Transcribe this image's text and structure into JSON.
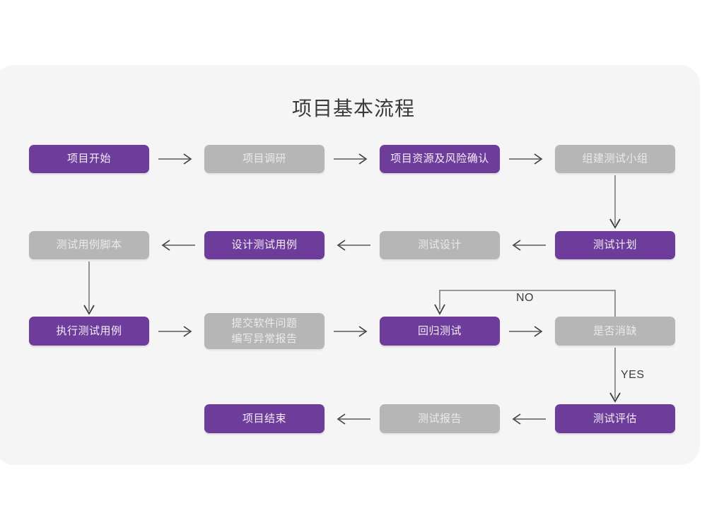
{
  "page": {
    "title": "项目基本流程",
    "background": "#ffffff",
    "panel_color": "#f5f5f5"
  },
  "colors": {
    "purple": "#6e3d9b",
    "gray": "#b6b6b6",
    "purple_text": "#f2edf7",
    "gray_text": "#eaeaea",
    "arrow": "#5a5a5a",
    "title_text": "#3a3a3a"
  },
  "nodes": [
    {
      "id": "n1",
      "label": "项目开始",
      "style": "purple",
      "row": 1
    },
    {
      "id": "n2",
      "label": "项目调研",
      "style": "gray",
      "row": 1
    },
    {
      "id": "n3",
      "label": "项目资源及风险确认",
      "style": "purple",
      "row": 1
    },
    {
      "id": "n4",
      "label": "组建测试小组",
      "style": "gray",
      "row": 1
    },
    {
      "id": "n5",
      "label": "测试用例脚本",
      "style": "gray",
      "row": 2
    },
    {
      "id": "n6",
      "label": "设计测试用例",
      "style": "purple",
      "row": 2
    },
    {
      "id": "n7",
      "label": "测试设计",
      "style": "gray",
      "row": 2
    },
    {
      "id": "n8",
      "label": "测试计划",
      "style": "purple",
      "row": 2
    },
    {
      "id": "n9",
      "label": "执行测试用例",
      "style": "purple",
      "row": 3
    },
    {
      "id": "n10",
      "label": "提交软件问题\n编写异常报告",
      "style": "gray",
      "row": 3
    },
    {
      "id": "n11",
      "label": "回归测试",
      "style": "purple",
      "row": 3
    },
    {
      "id": "n12",
      "label": "是否消缺",
      "style": "gray",
      "row": 3
    },
    {
      "id": "n13",
      "label": "项目结束",
      "style": "purple",
      "row": 4
    },
    {
      "id": "n14",
      "label": "测试报告",
      "style": "gray",
      "row": 4
    },
    {
      "id": "n15",
      "label": "测试评估",
      "style": "purple",
      "row": 4
    }
  ],
  "edge_labels": {
    "no": "NO",
    "yes": "YES"
  }
}
